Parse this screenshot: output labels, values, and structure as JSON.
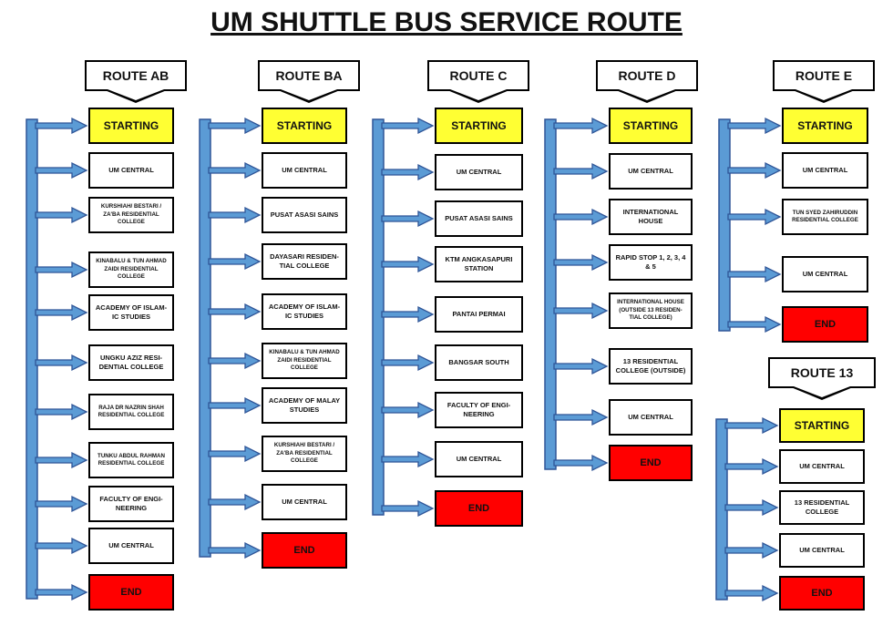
{
  "title": "UM SHUTTLE BUS SERVICE ROUTE",
  "colors": {
    "start": "#ffff33",
    "end": "#ff0000",
    "arrow": "#5b9bd5",
    "arrow_stroke": "#2f5597"
  },
  "routes": [
    {
      "id": "ab",
      "name": "ROUTE AB",
      "stops": [
        "STARTING",
        "UM CENTRAL",
        "KURSHIAH/ BESTARI / ZA'BA RESIDENTIAL COLLEGE",
        "KINABALU & TUN AHMAD ZAIDI RESIDENTIAL COLLEGE",
        "ACADEMY OF ISLAM-IC STUDIES",
        "UNGKU AZIZ RESI-DENTIAL COLLEGE",
        "RAJA DR NAZRIN SHAH RESIDENTIAL COLLEGE",
        "TUNKU ABDUL RAHMAN RESIDENTIAL COLLEGE",
        "FACULTY OF ENGI-NEERING",
        "UM CENTRAL",
        "END"
      ]
    },
    {
      "id": "ba",
      "name": "ROUTE BA",
      "stops": [
        "STARTING",
        "UM CENTRAL",
        "PUSAT ASASI SAINS",
        "DAYASARI RESIDEN-TIAL COLLEGE",
        "ACADEMY OF ISLAM-IC STUDIES",
        "KINABALU & TUN AHMAD ZAIDI RESIDENTIAL COLLEGE",
        "ACADEMY OF MALAY STUDIES",
        "KURSHIAH/ BESTARI / ZA'BA RESIDENTIAL COLLEGE",
        "UM CENTRAL",
        "END"
      ]
    },
    {
      "id": "c",
      "name": "ROUTE C",
      "stops": [
        "STARTING",
        "UM CENTRAL",
        "PUSAT ASASI SAINS",
        "KTM ANGKASAPURI STATION",
        "PANTAI PERMAI",
        "BANGSAR SOUTH",
        "FACULTY OF ENGI-NEERING",
        "UM CENTRAL",
        "END"
      ]
    },
    {
      "id": "d",
      "name": "ROUTE D",
      "stops": [
        "STARTING",
        "UM CENTRAL",
        "INTERNATIONAL HOUSE",
        "RAPID STOP 1, 2, 3, 4 & 5",
        "INTERNATIONAL HOUSE (OUTSIDE 13 RESIDEN-TIAL COLLEGE)",
        "13 RESIDENTIAL COLLEGE (OUTSIDE)",
        "UM CENTRAL",
        "END"
      ]
    },
    {
      "id": "e",
      "name": "ROUTE E",
      "stops": [
        "STARTING",
        "UM CENTRAL",
        "TUN SYED ZAHIRUDDIN RESIDENTIAL COLLEGE",
        "UM CENTRAL",
        "END"
      ]
    },
    {
      "id": "r13",
      "name": "ROUTE 13",
      "stops": [
        "STARTING",
        "UM CENTRAL",
        "13 RESIDENTIAL COLLEGE",
        "UM CENTRAL",
        "END"
      ]
    }
  ]
}
